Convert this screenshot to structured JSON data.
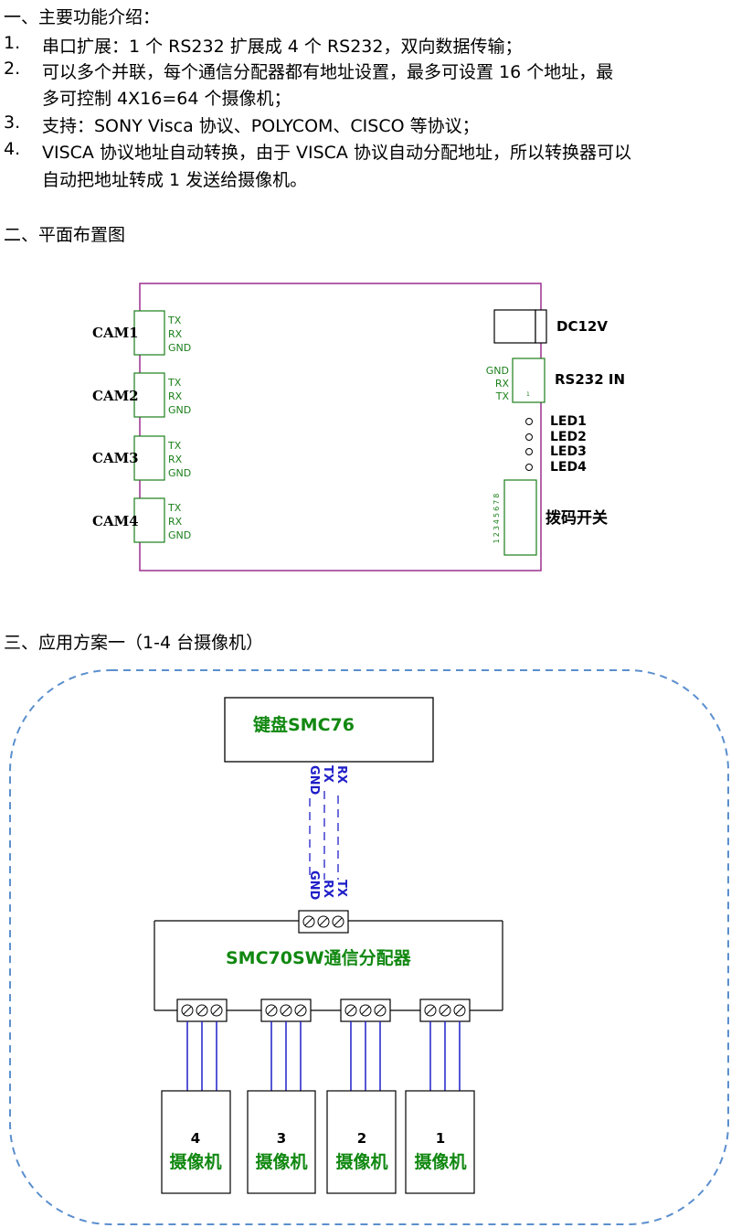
{
  "sections": {
    "features_title": "一、主要功能介绍：",
    "layout_title": "二、平面布置图",
    "scheme_title": "三、应用方案一（1-4 台摄像机）"
  },
  "features": [
    {
      "num": "1.",
      "lines": [
        "串口扩展：1 个 RS232 扩展成 4 个 RS232，双向数据传输；"
      ]
    },
    {
      "num": "2.",
      "lines": [
        "可以多个并联，每个通信分配器都有地址设置，最多可设置 16 个地址，最",
        "多可控制 4X16=64 个摄像机；"
      ]
    },
    {
      "num": "3.",
      "lines": [
        "支持：SONY Visca 协议、POLYCOM、CISCO 等协议；"
      ]
    },
    {
      "num": "4.",
      "lines": [
        "VISCA 协议地址自动转换，由于 VISCA 协议自动分配地址，所以转换器可以",
        "自动把地址转成 1 发送给摄像机。"
      ]
    }
  ],
  "board": {
    "cams": [
      "CAM1",
      "CAM2",
      "CAM3",
      "CAM4"
    ],
    "cam_pins": [
      "TX",
      "RX",
      "GND"
    ],
    "dc_label": "DC12V",
    "rs232_label": "RS232 IN",
    "rs232_pins": [
      "GND",
      "RX",
      "TX"
    ],
    "leds": [
      "LED1",
      "LED2",
      "LED3",
      "LED4"
    ],
    "dip_label": "拨码开关",
    "dip_numbers": "12345678"
  },
  "scheme": {
    "keyboard_label": "键盘SMC76",
    "keyboard_pins": [
      "GND",
      "TX",
      "RX"
    ],
    "distributor_pins": [
      "GND",
      "RX",
      "TX"
    ],
    "distributor_label": "SMC70SW通信分配器",
    "cameras": [
      {
        "num": "4",
        "label": "摄像机"
      },
      {
        "num": "3",
        "label": "摄像机"
      },
      {
        "num": "2",
        "label": "摄像机"
      },
      {
        "num": "1",
        "label": "摄像机"
      }
    ]
  },
  "colors": {
    "board_border": "#9b2f8f",
    "green": "#1a7f1a",
    "blue": "#1f1fc8",
    "dashed_frame": "#5b8fce"
  }
}
